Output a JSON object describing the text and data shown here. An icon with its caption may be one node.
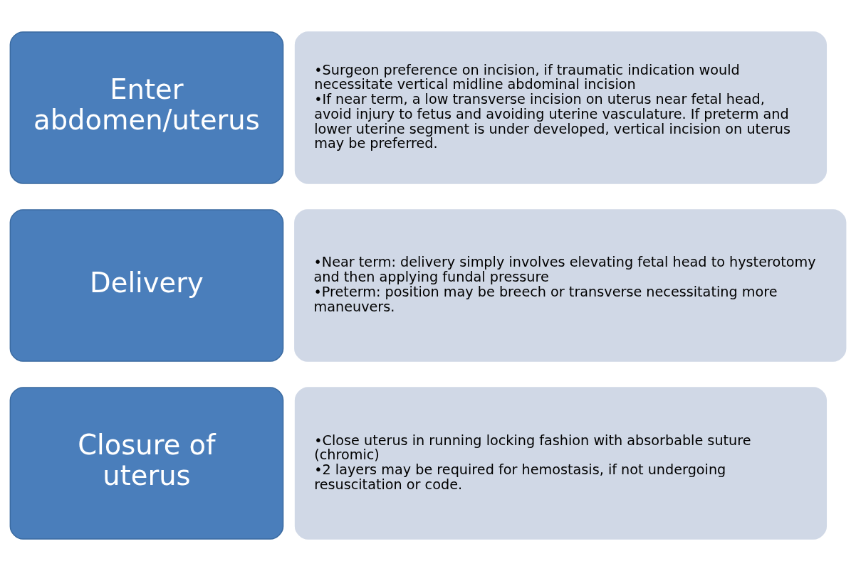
{
  "diagram": {
    "nodes": [
      {
        "text": [
          "Enter abdomen/uterus"
        ]
      },
      {
        "text": [
          "•Surgeon preference on incision, if traumatic indication would necessitate vertical midline abdominal incision",
          "•If near term, a low transverse incision on uterus near fetal head, avoid injury to fetus and avoiding uterine vasculature. If preterm and lower uterine segment is under developed, vertical incision on uterus may be preferred."
        ]
      },
      {
        "text": [
          "Delivery"
        ]
      },
      {
        "text": [
          "•Near term: delivery simply involves elevating fetal head to hysterotomy and then applying fundal pressure",
          "•Preterm: position may be breech or transverse necessitating more maneuvers."
        ]
      },
      {
        "text": [
          "Closure of uterus"
        ]
      },
      {
        "text": [
          "•Close uterus in running locking fashion with absorbable suture (chromic)",
          "•2 layers may be required for hemostasis, if not undergoing resuscitation or code."
        ]
      }
    ]
  }
}
